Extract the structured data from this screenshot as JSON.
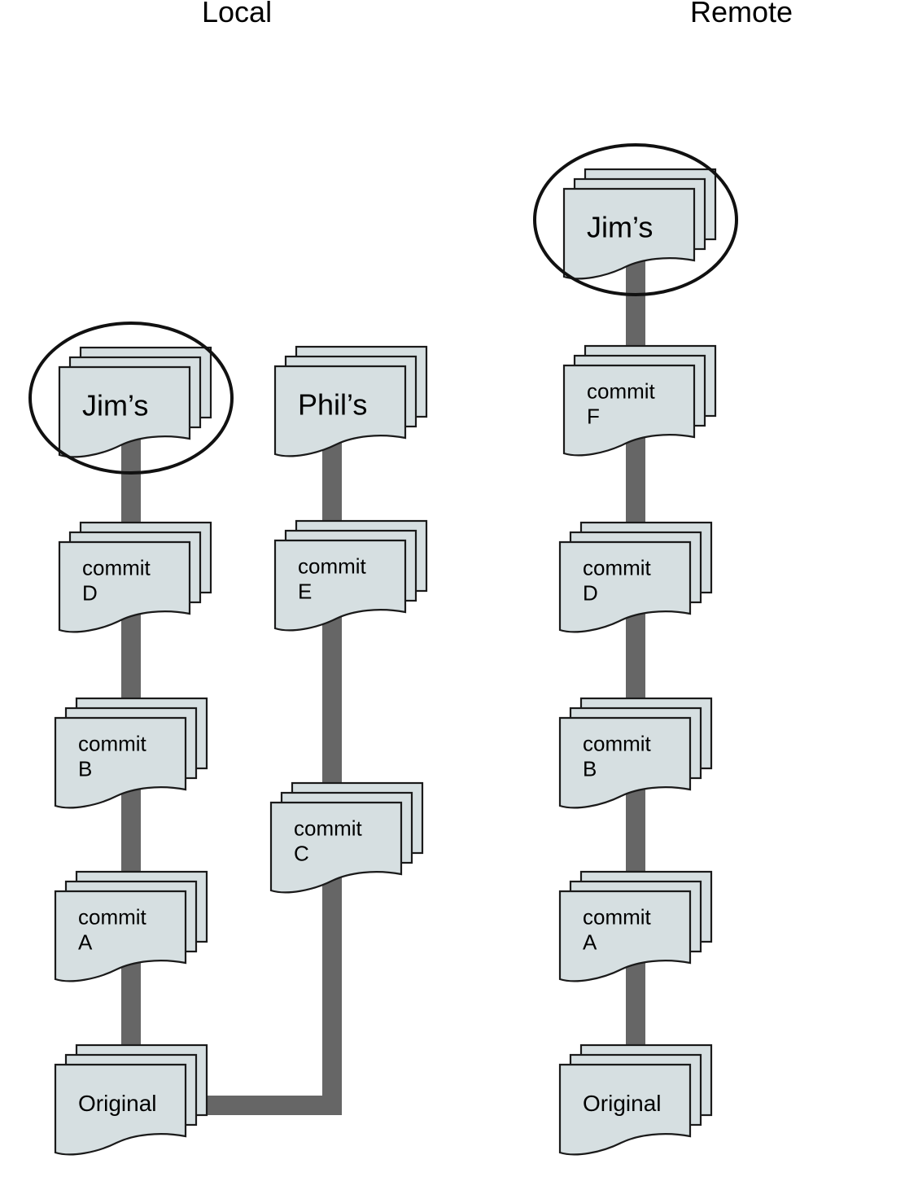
{
  "columns": {
    "local": "Local",
    "remote": "Remote"
  },
  "colors": {
    "doc_fill": "#d6dfe1",
    "doc_stroke": "#1a1a1a",
    "connector": "#666666",
    "circle": "#111111"
  },
  "local_jim": {
    "head": {
      "label": "Jim’s",
      "circled": true
    },
    "commits": [
      {
        "line1": "commit",
        "line2": "D"
      },
      {
        "line1": "commit",
        "line2": "B"
      },
      {
        "line1": "commit",
        "line2": "A"
      }
    ],
    "root": {
      "label": "Original"
    }
  },
  "local_phil": {
    "head": {
      "label": "Phil’s"
    },
    "commits": [
      {
        "line1": "commit",
        "line2": "E"
      },
      {
        "line1": "commit",
        "line2": "C"
      }
    ]
  },
  "remote": {
    "head": {
      "label": "Jim’s",
      "circled": true
    },
    "commits": [
      {
        "line1": "commit",
        "line2": "F"
      },
      {
        "line1": "commit",
        "line2": "D"
      },
      {
        "line1": "commit",
        "line2": "B"
      },
      {
        "line1": "commit",
        "line2": "A"
      }
    ],
    "root": {
      "label": "Original"
    }
  }
}
